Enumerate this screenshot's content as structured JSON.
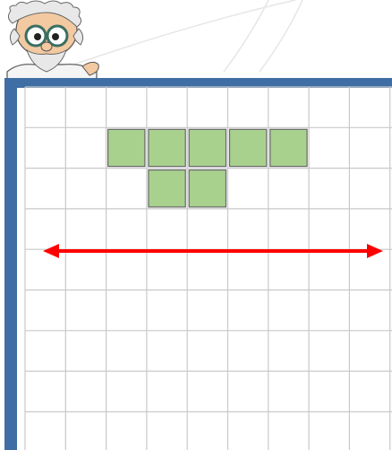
{
  "mascot": {
    "icon": "scientist-icon",
    "hair_color": "#e8e8e8",
    "skin_color": "#f2c9a0",
    "glasses_color": "#3a6f62"
  },
  "board": {
    "frame_color": "#3e6ea3",
    "background": "#ffffff",
    "grid_color": "#c9c9c9",
    "cols": 9,
    "rows": 9
  },
  "shape": {
    "fill": "#a9d18e",
    "stroke": "#666666",
    "cells": [
      {
        "row": 1,
        "col": 2
      },
      {
        "row": 1,
        "col": 3
      },
      {
        "row": 1,
        "col": 4
      },
      {
        "row": 1,
        "col": 5
      },
      {
        "row": 1,
        "col": 6
      },
      {
        "row": 2,
        "col": 3
      },
      {
        "row": 2,
        "col": 4
      }
    ]
  },
  "arrow": {
    "color": "#ff0000",
    "direction": "horizontal",
    "heads": "both"
  },
  "decor": {
    "swoosh_color": "#e6e6e6"
  }
}
